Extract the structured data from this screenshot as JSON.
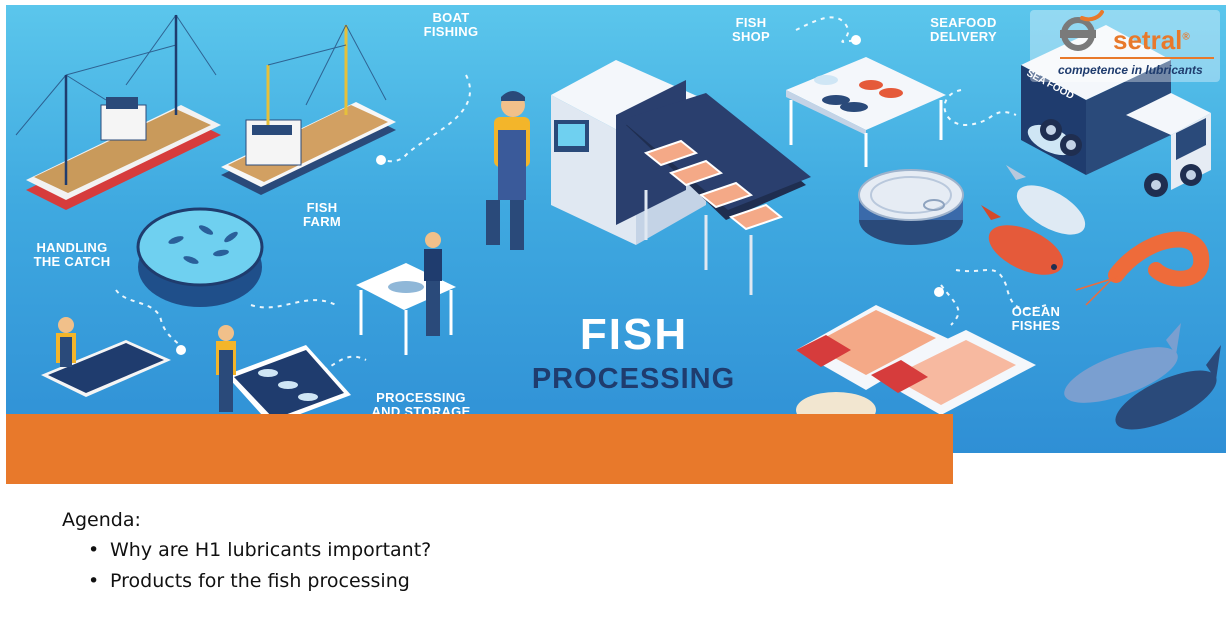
{
  "hero": {
    "labels": {
      "boat_fishing": "BOAT\nFISHING",
      "fish_shop": "FISH\nSHOP",
      "seafood_delivery": "SEAFOOD\nDELIVERY",
      "fish_farm": "FISH\nFARM",
      "handling_the_catch": "HANDLING\nTHE CATCH",
      "ocean_fishes": "OCEAN\nFISHES",
      "processing_and_storage": "PROCESSING\nAND STORAGE"
    },
    "title_line1": "FISH",
    "title_line2": "PROCESSING",
    "truck_text": "SEA FOOD"
  },
  "logo": {
    "name": "setral",
    "registered": "®",
    "tagline": "competence in lubricants"
  },
  "agenda": {
    "title": "Agenda:",
    "bullet_char": "•",
    "items": [
      "Why are H1 lubricants important?",
      "Products for the fish processing"
    ]
  },
  "colors": {
    "accent_orange": "#e8792b",
    "sky_blue": "#4db6e6",
    "navy": "#1f3c6e"
  }
}
